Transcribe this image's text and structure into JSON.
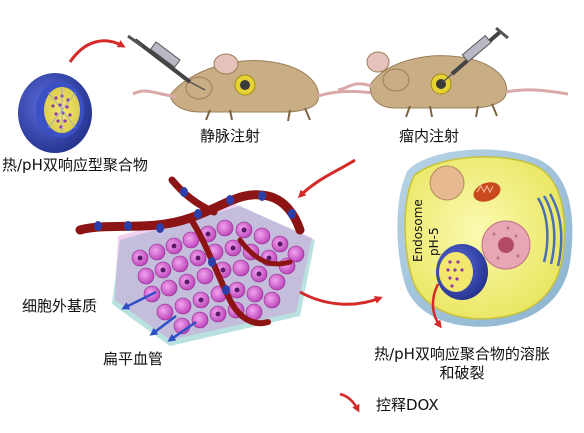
{
  "labels": {
    "nanoparticle": "热/pH双响应型聚合物",
    "iv_injection": "静脉注射",
    "it_injection": "瘤内注射",
    "ecm": "细胞外基质",
    "flat_vessel": "扁平血管",
    "swelling_line1": "热/pH双响应聚合物的溶胀",
    "swelling_line2": "和破裂",
    "endosome": "Endosome",
    "ph": "pH-5",
    "legend_release": "控释DOX"
  },
  "colors": {
    "arrow_red": "#d42a2a",
    "particle_shell": "#2c3fa8",
    "cell_body": "#f3f27a",
    "tissue_pink": "#cf5fc9",
    "vessel_red": "#8d1414",
    "mouse_tan": "#c9ad84"
  }
}
